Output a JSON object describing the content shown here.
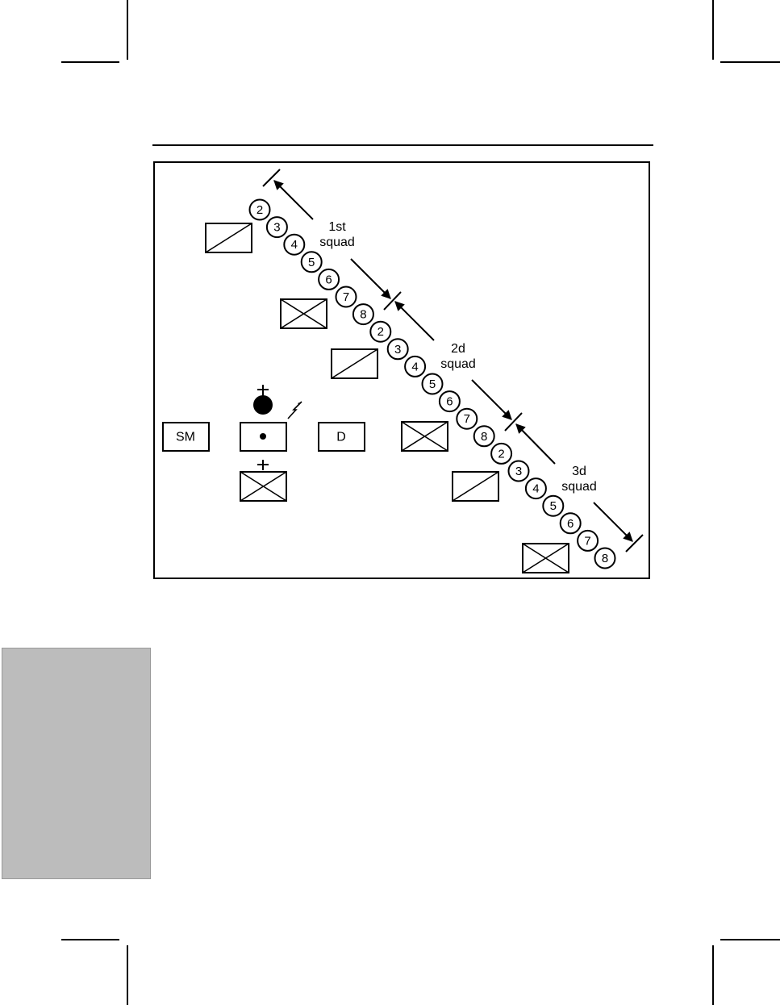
{
  "squads": [
    {
      "label_line1": "1st",
      "label_line2": "squad",
      "members": [
        "2",
        "3",
        "4",
        "5",
        "6",
        "7",
        "8"
      ]
    },
    {
      "label_line1": "2d",
      "label_line2": "squad",
      "members": [
        "2",
        "3",
        "4",
        "5",
        "6",
        "7",
        "8"
      ]
    },
    {
      "label_line1": "3d",
      "label_line2": "squad",
      "members": [
        "2",
        "3",
        "4",
        "5",
        "6",
        "7",
        "8"
      ]
    }
  ],
  "symbols": {
    "sm": "SM",
    "d": "D"
  },
  "colors": {
    "ink": "#000000",
    "side_tab": "#bcbcbc"
  }
}
